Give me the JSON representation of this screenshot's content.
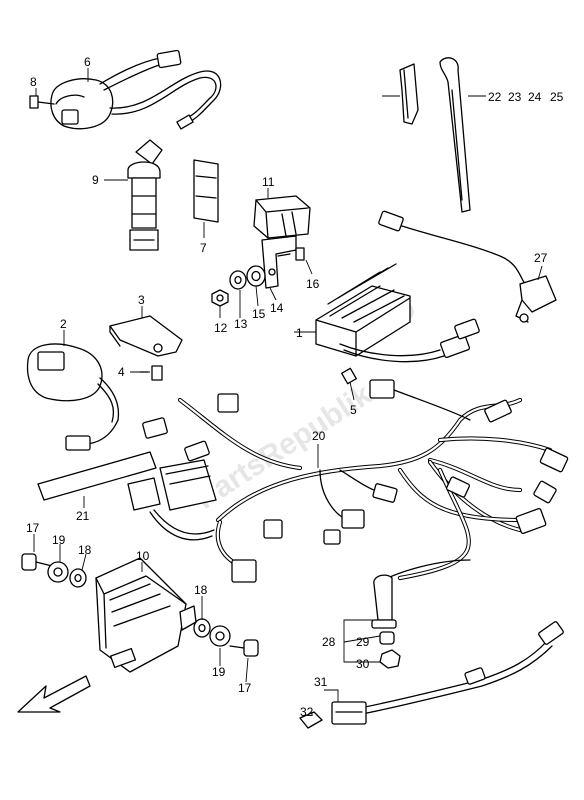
{
  "watermark": "PartsRepublik",
  "callouts": [
    {
      "id": "c1",
      "text": "1"
    },
    {
      "id": "c2",
      "text": "2"
    },
    {
      "id": "c3",
      "text": "3"
    },
    {
      "id": "c4",
      "text": "4"
    },
    {
      "id": "c5",
      "text": "5"
    },
    {
      "id": "c6",
      "text": "6"
    },
    {
      "id": "c7",
      "text": "7"
    },
    {
      "id": "c8",
      "text": "8"
    },
    {
      "id": "c9",
      "text": "9"
    },
    {
      "id": "c10",
      "text": "10"
    },
    {
      "id": "c11",
      "text": "11"
    },
    {
      "id": "c12",
      "text": "12"
    },
    {
      "id": "c13",
      "text": "13"
    },
    {
      "id": "c14",
      "text": "14"
    },
    {
      "id": "c15",
      "text": "15"
    },
    {
      "id": "c16",
      "text": "16"
    },
    {
      "id": "c17a",
      "text": "17"
    },
    {
      "id": "c17b",
      "text": "17"
    },
    {
      "id": "c18a",
      "text": "18"
    },
    {
      "id": "c18b",
      "text": "18"
    },
    {
      "id": "c19a",
      "text": "19"
    },
    {
      "id": "c19b",
      "text": "19"
    },
    {
      "id": "c20",
      "text": "20"
    },
    {
      "id": "c21",
      "text": "21"
    },
    {
      "id": "c22",
      "text": "22"
    },
    {
      "id": "c23",
      "text": "23"
    },
    {
      "id": "c24",
      "text": "24"
    },
    {
      "id": "c25",
      "text": "25"
    },
    {
      "id": "c27",
      "text": "27"
    },
    {
      "id": "c28",
      "text": "28"
    },
    {
      "id": "c29",
      "text": "29"
    },
    {
      "id": "c30",
      "text": "30"
    },
    {
      "id": "c31",
      "text": "31"
    },
    {
      "id": "c32",
      "text": "32"
    }
  ]
}
